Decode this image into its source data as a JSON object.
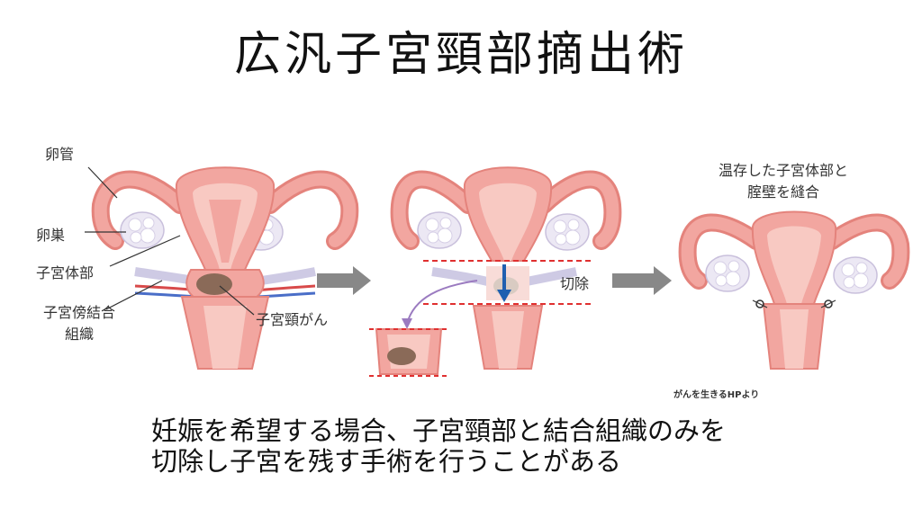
{
  "title": "広汎子宮頸部摘出術",
  "labels": {
    "oviduct": "卵管",
    "ovary": "卵巣",
    "uterine_body": "子宮体部",
    "parametrium_line1": "子宮傍結合",
    "parametrium_line2": "組織",
    "cervical_cancer": "子宮頸がん",
    "excision": "切除",
    "preserved_line1": "温存した子宮体部と",
    "preserved_line2": "腟壁を縫合"
  },
  "source": "がんを生きるHPより",
  "caption": {
    "line1": "妊娠を希望する場合、子宮頸部と結合組織のみを",
    "line2": "切除し子宮を残す手術を行うことがある"
  },
  "colors": {
    "uterus": "#f2a6a0",
    "uterus_dark": "#e4837c",
    "inner": "#f8c9c2",
    "ovary": "#ece8f4",
    "tumor": "#8a6a58",
    "arrow_gray": "#888888",
    "cut_line": "#e03030",
    "blue_arrow": "#1f5fb0",
    "purple_arrow": "#9b7bc0"
  }
}
